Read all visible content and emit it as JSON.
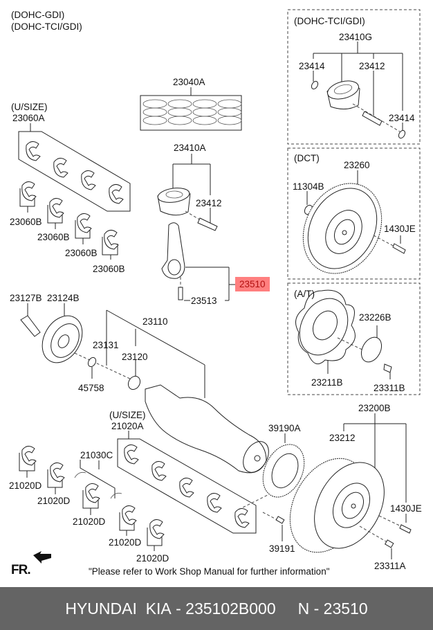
{
  "diagram": {
    "header_lines": [
      "(DOHC-GDI)",
      "(DOHC-TCI/GDI)"
    ],
    "panels": {
      "tci_gdi": {
        "title": "(DOHC-TCI/GDI)"
      },
      "dct": {
        "title": "(DCT)"
      },
      "at": {
        "title": "(A/T)"
      }
    },
    "labels": {
      "tci_piston_assy": "23410G",
      "tci_snap_ring_left": "23414",
      "tci_piston_pin": "23412",
      "tci_snap_ring_right": "23414",
      "piston_ring_set": "23040A",
      "piston_assy": "23410A",
      "piston_pin": "23412",
      "connecting_rod_assy": "23510",
      "connecting_rod_bolt": "23513",
      "conrod_bearing_usize_note": "(U/SIZE)",
      "conrod_bearing_set": "23060A",
      "conrod_bearing_1": "23060B",
      "conrod_bearing_2": "23060B",
      "conrod_bearing_3": "23060B",
      "conrod_bearing_4": "23060B",
      "dct_flywheel": "23260",
      "dct_seal": "11304B",
      "dct_dowel_pin": "1430JE",
      "at_drive_plate": "23211B",
      "at_adapter_plate": "23226B",
      "at_bolt": "23311B",
      "pulley_bolt": "23127B",
      "damper_pulley": "23124B",
      "crankshaft_assy": "23110",
      "crankshaft_key": "23131",
      "crank_sprocket": "23120",
      "washer": "45758",
      "main_bearing_usize_note": "(U/SIZE)",
      "main_bearing_set": "21020A",
      "thrust_bearing": "21030C",
      "main_bearing_1": "21020D",
      "main_bearing_2": "21020D",
      "main_bearing_3": "21020D",
      "main_bearing_4": "21020D",
      "main_bearing_5": "21020D",
      "target_wheel": "39190A",
      "target_wheel_bolt": "39191",
      "flywheel_assy": "23200B",
      "ring_gear": "23212",
      "flywheel_dowel_pin": "1430JE",
      "flywheel_bolt": "23311A"
    },
    "highlighted_part": "23510",
    "front_indicator": "FR.",
    "note": "\"Please refer to Work Shop Manual for further information\""
  },
  "footer": {
    "brand": "HYUNDAI  KIA",
    "separator": " - ",
    "part_number": "235102B000",
    "gap": "     ",
    "ref_prefix": "N",
    "ref_number": "23510"
  },
  "colors": {
    "highlight_bg": "#ff7f7f",
    "highlight_text": "#b01010",
    "footer_bg": "#646464",
    "footer_text": "#ffffff"
  }
}
